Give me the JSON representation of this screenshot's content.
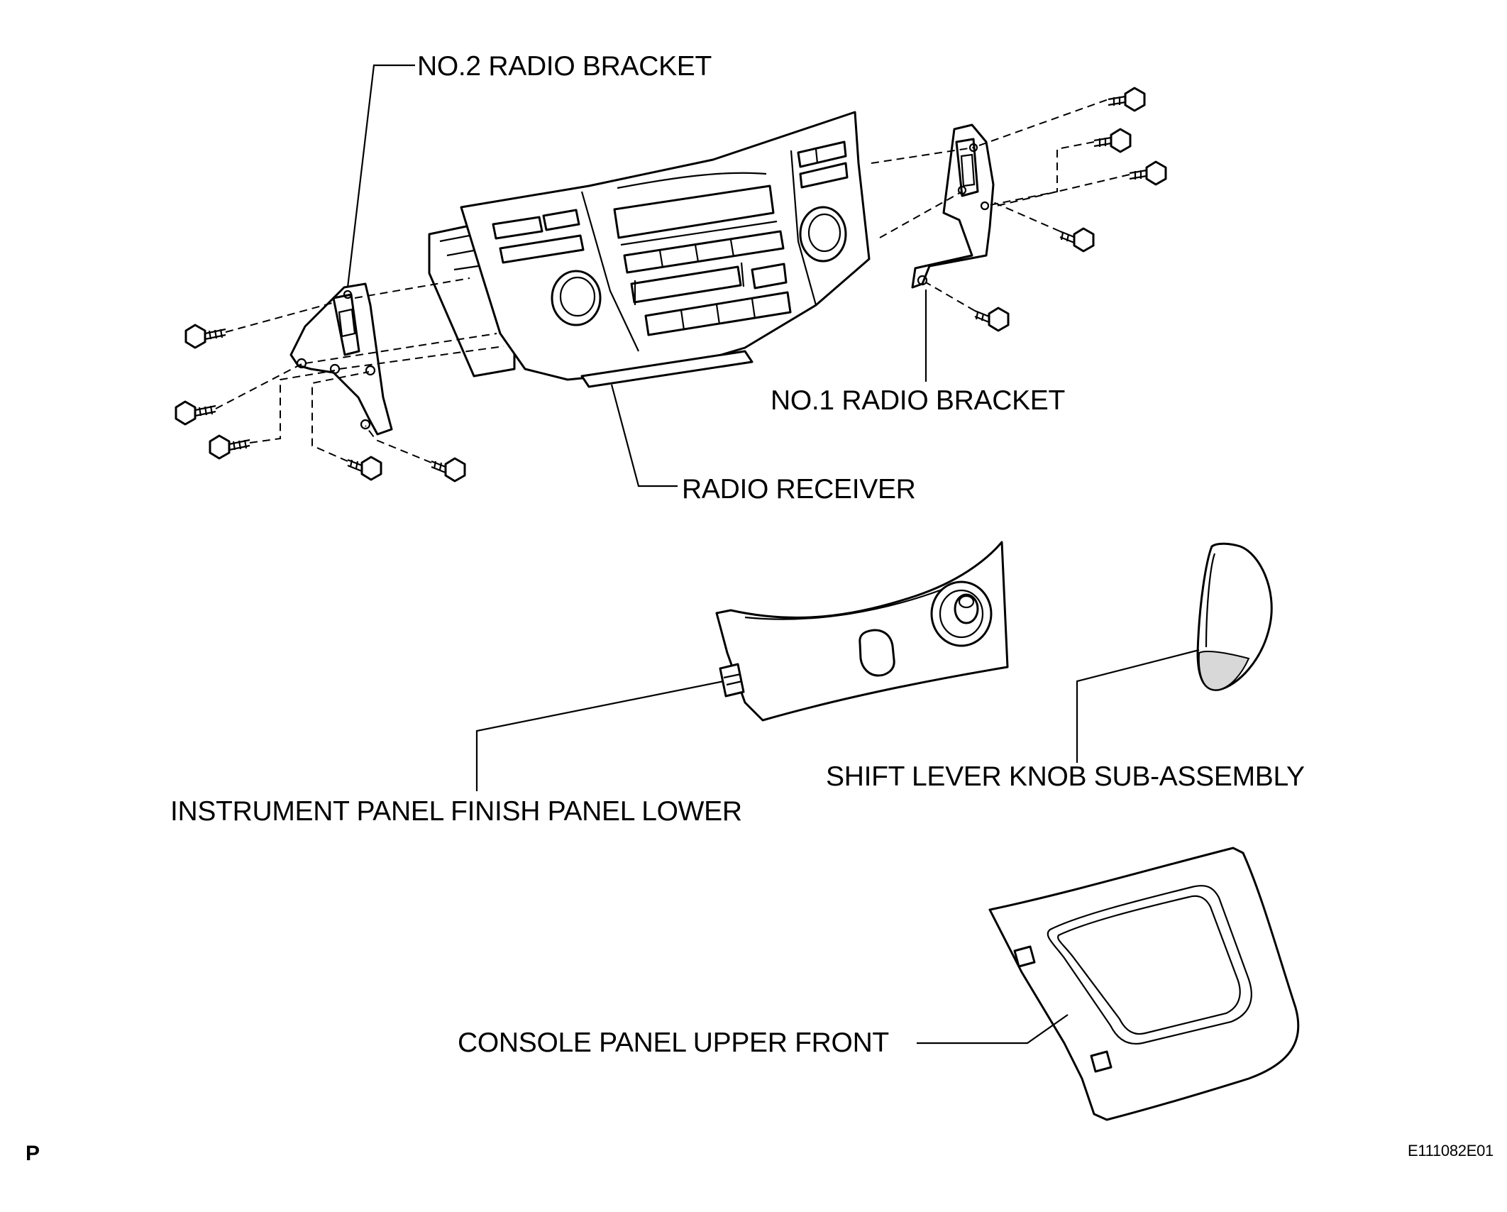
{
  "labels": {
    "no2_radio_bracket": "NO.2 RADIO BRACKET",
    "no1_radio_bracket": "NO.1 RADIO BRACKET",
    "radio_receiver": "RADIO RECEIVER",
    "instrument_panel_finish_panel_lower": "INSTRUMENT PANEL FINISH PANEL LOWER",
    "shift_lever_knob": "SHIFT LEVER KNOB SUB-ASSEMBLY",
    "console_panel_upper_front": "CONSOLE PANEL UPPER FRONT"
  },
  "corner": {
    "section_mark": "P",
    "figure_id": "E111082E01"
  }
}
